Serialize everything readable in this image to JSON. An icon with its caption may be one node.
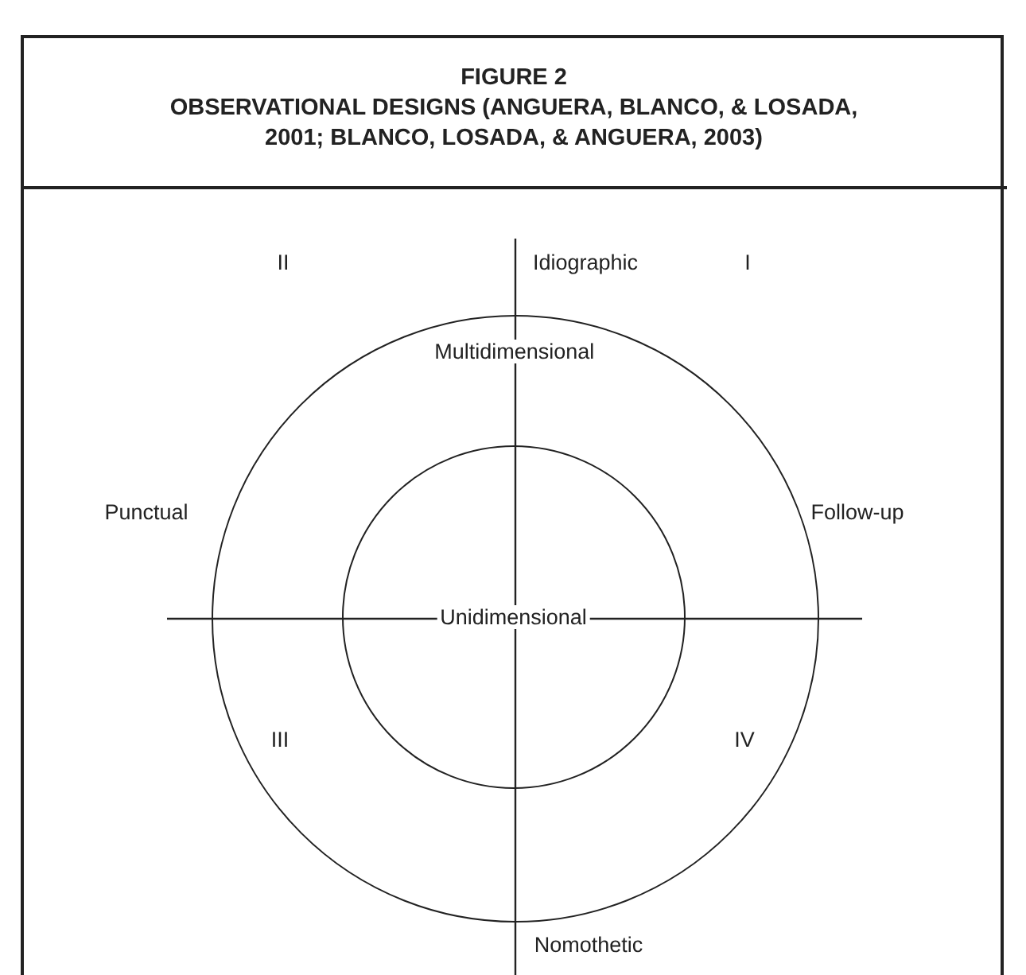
{
  "diagram": {
    "title": "OBSERVATIONAL DESIGNS (ANGUERA, BLANCO, & LOSADA, 2001; BLANCO, LOSADA, & ANGUERA, 2003)",
    "nodes": [
      {
        "text": [
          "Multidimensional"
        ]
      },
      {
        "text": [
          "Unidimensional"
        ],
        "in": 0
      }
    ],
    "labels": [
      "FIGURE 2",
      "II",
      "Idiographic",
      "I",
      "Punctual",
      "Follow-up",
      "III",
      "IV",
      "Nomothetic"
    ]
  }
}
